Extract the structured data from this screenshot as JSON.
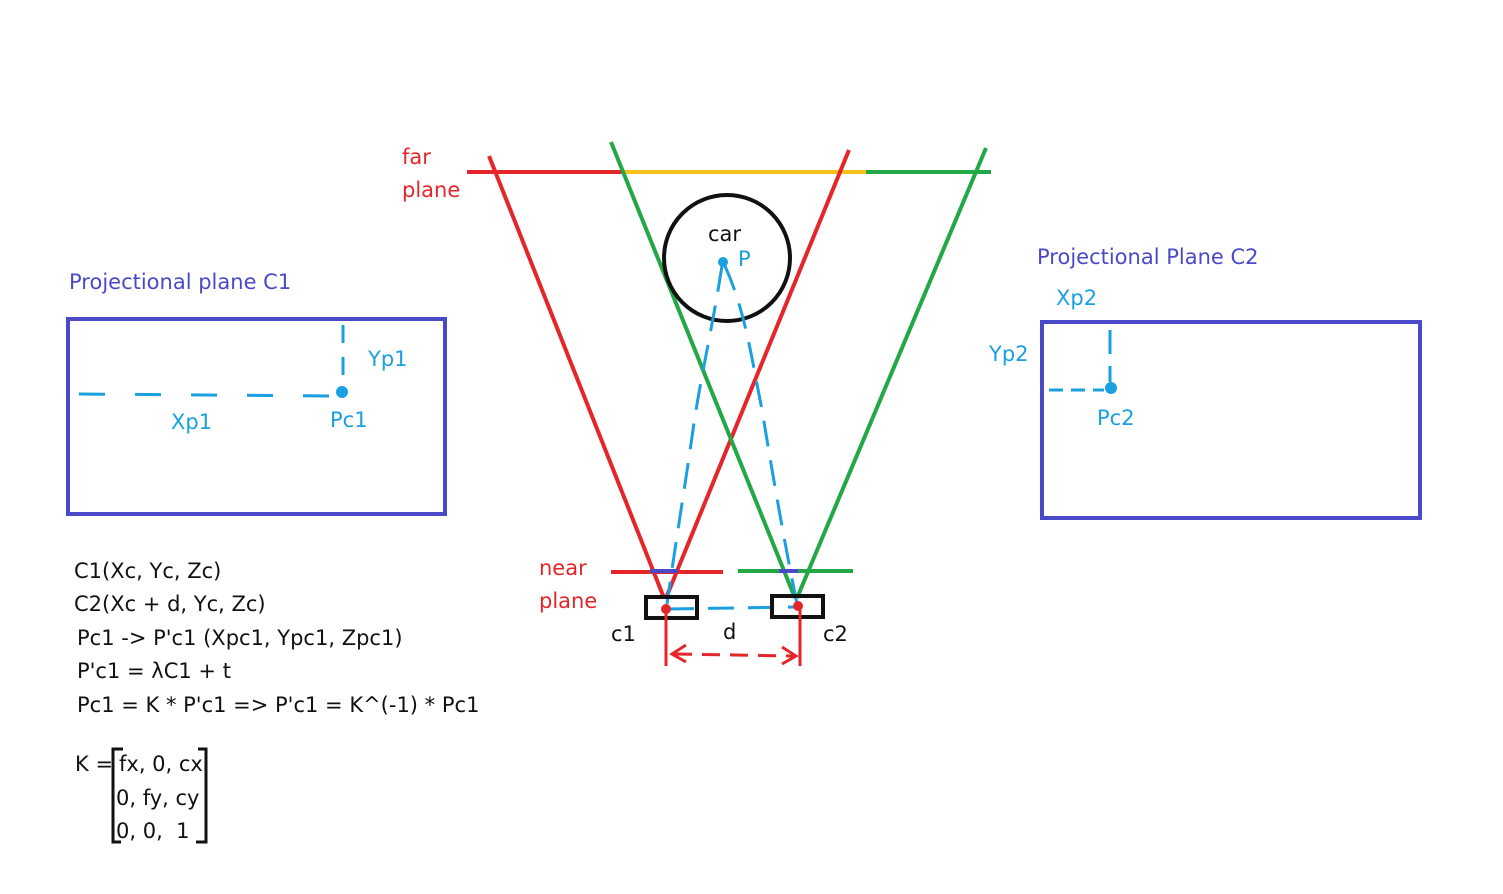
{
  "labels": {
    "far_plane_1": "far",
    "far_plane_2": "plane",
    "near_plane_1": "near",
    "near_plane_2": "plane",
    "car": "car",
    "point_p": "P",
    "camera_1": "c1",
    "camera_2": "c2",
    "baseline": "d",
    "plane_c1_title": "Projectional plane C1",
    "plane_c2_title": "Projectional Plane C2",
    "xp1": "Xp1",
    "yp1": "Yp1",
    "pc1": "Pc1",
    "xp2": "Xp2",
    "yp2": "Yp2",
    "pc2": "Pc2"
  },
  "equations": [
    "C1(Xc, Yc, Zc)",
    "C2(Xc + d, Yc, Zc)",
    "Pc1 -> P'c1 (Xpc1, Ypc1, Zpc1)",
    "P'c1 = λC1 + t",
    "Pc1 = K * P'c1 => P'c1 = K^(-1) * Pc1"
  ],
  "matrix": {
    "name": "K =",
    "rows": [
      "fx, 0, cx",
      "0, fy, cy",
      "0, 0,  1"
    ]
  },
  "colors": {
    "camera1_frustum": "#e4262b",
    "camera2_frustum": "#22a845",
    "overlap": "#f5c21b",
    "projection_rays": "#1aa0e0",
    "projection_plane": "#4a4ac8",
    "objects": "#111111"
  }
}
